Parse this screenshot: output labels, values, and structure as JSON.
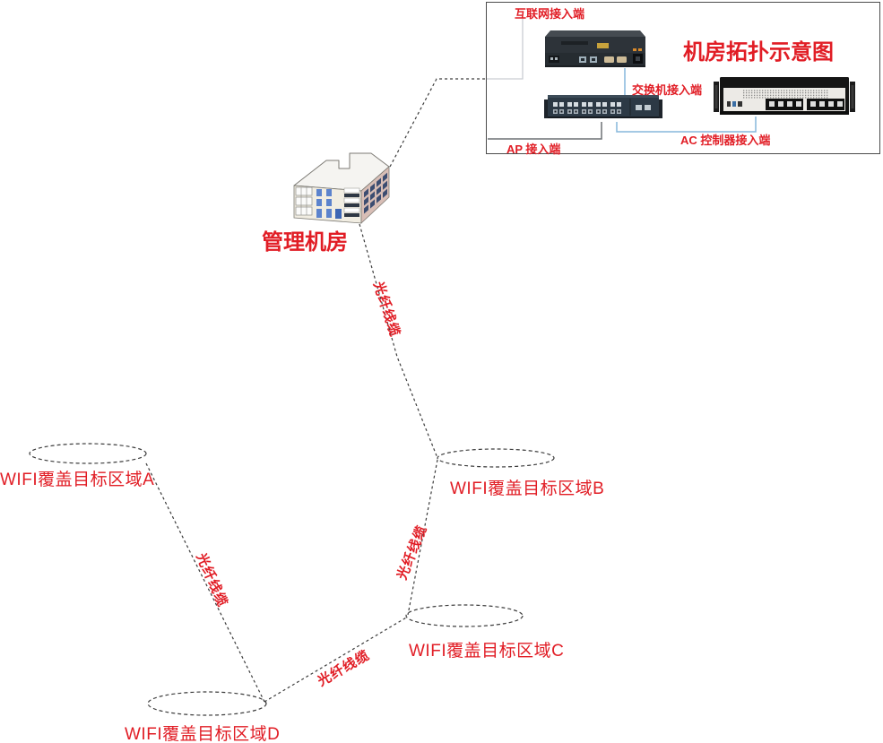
{
  "inset": {
    "title": "机房拓扑示意图",
    "internet_label": "互联网接入端",
    "switch_label": "交换机接入端",
    "ap_label": "AP 接入端",
    "ac_label": "AC 控制器接入端"
  },
  "building": {
    "label": "管理机房"
  },
  "regions": [
    {
      "id": "A",
      "label": "WIFI覆盖目标区域A"
    },
    {
      "id": "B",
      "label": "WIFI覆盖目标区域B"
    },
    {
      "id": "C",
      "label": "WIFI覆盖目标区域C"
    },
    {
      "id": "D",
      "label": "WIFI覆盖目标区域D"
    }
  ],
  "links": [
    {
      "from": "管理机房",
      "to": "WIFI覆盖目标区域B",
      "label": "光纤线缆"
    },
    {
      "from": "WIFI覆盖目标区域B",
      "to": "WIFI覆盖目标区域C",
      "label": "光纤线缆"
    },
    {
      "from": "WIFI覆盖目标区域A",
      "to": "WIFI覆盖目标区域D",
      "label": "光纤线缆"
    },
    {
      "from": "WIFI覆盖目标区域D",
      "to": "WIFI覆盖目标区域C",
      "label": "光纤线缆"
    }
  ],
  "colors": {
    "label_red": "#e11d25",
    "connector_blue": "#85b7dc",
    "connector_gray": "#c9cdd2",
    "line_dark": "#3c3c3c"
  }
}
